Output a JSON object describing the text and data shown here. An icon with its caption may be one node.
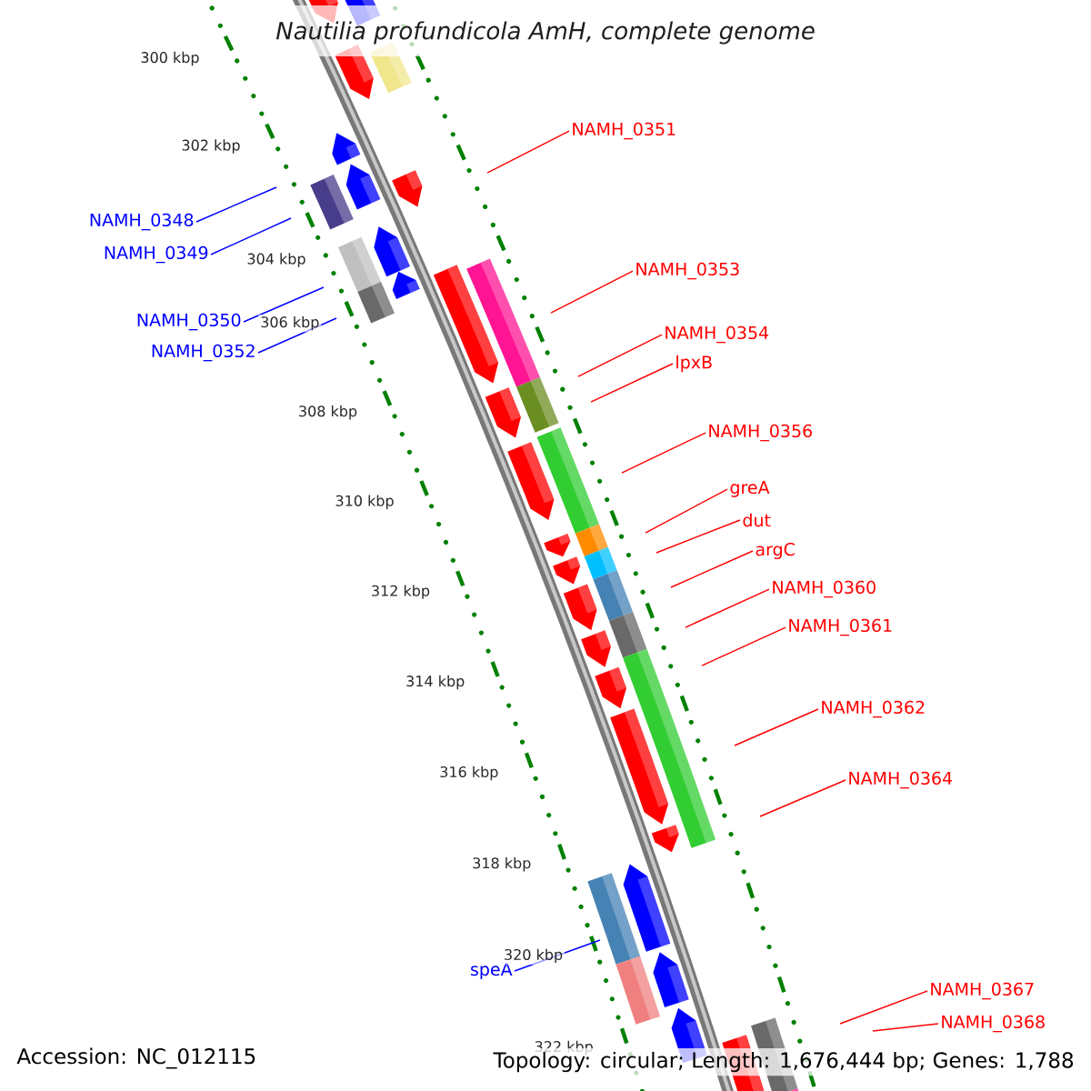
{
  "diagram": {
    "title": "Nautilia profundicola AmH, complete genome",
    "nodes": [
      {
        "text": [
          "NAMH_0351"
        ]
      },
      {
        "text": [
          "NAMH_0348"
        ]
      },
      {
        "text": [
          "NAMH_0349"
        ]
      },
      {
        "text": [
          "NAMH_0353"
        ]
      },
      {
        "text": [
          "NAMH_0350"
        ]
      },
      {
        "text": [
          "NAMH_0354"
        ]
      },
      {
        "text": [
          "NAMH_0352"
        ]
      },
      {
        "text": [
          "lpxB"
        ]
      },
      {
        "text": [
          "NAMH_0356"
        ]
      },
      {
        "text": [
          "greA"
        ]
      },
      {
        "text": [
          "dut"
        ]
      },
      {
        "text": [
          "argC"
        ]
      },
      {
        "text": [
          "NAMH_0360"
        ]
      },
      {
        "text": [
          "NAMH_0361"
        ]
      },
      {
        "text": [
          "NAMH_0362"
        ]
      },
      {
        "text": [
          "NAMH_0364"
        ]
      },
      {
        "text": [
          "speA"
        ]
      },
      {
        "text": [
          "NAMH_0367"
        ]
      },
      {
        "text": [
          "NAMH_0368"
        ]
      }
    ],
    "edges": [
      {
        "from": 0,
        "to": null,
        "arrow": "none"
      },
      {
        "from": 1,
        "to": null,
        "arrow": "none",
        "color": "#0000ff"
      },
      {
        "from": 2,
        "to": null,
        "arrow": "none",
        "color": "#0000ff"
      },
      {
        "from": 3,
        "to": null,
        "arrow": "none"
      },
      {
        "from": 4,
        "to": null,
        "arrow": "none",
        "color": "#0000ff"
      },
      {
        "from": 5,
        "to": null,
        "arrow": "none"
      },
      {
        "from": 6,
        "to": null,
        "arrow": "none",
        "color": "#0000ff"
      },
      {
        "from": 7,
        "to": null,
        "arrow": "none"
      },
      {
        "from": 8,
        "to": null,
        "arrow": "none"
      },
      {
        "from": 9,
        "to": null,
        "arrow": "none"
      },
      {
        "from": 10,
        "to": null,
        "arrow": "none"
      },
      {
        "from": 11,
        "to": null,
        "arrow": "none"
      },
      {
        "from": 12,
        "to": null,
        "arrow": "none"
      },
      {
        "from": 13,
        "to": null,
        "arrow": "none"
      },
      {
        "from": 14,
        "to": null,
        "arrow": "none"
      },
      {
        "from": 15,
        "to": null,
        "arrow": "none"
      },
      {
        "from": 16,
        "to": null,
        "arrow": "none",
        "color": "#0000ff"
      },
      {
        "from": 17,
        "to": null,
        "arrow": "none"
      },
      {
        "from": 18,
        "to": null,
        "arrow": "none"
      }
    ],
    "labels": [
      "300 kbp",
      "302 kbp",
      "304 kbp",
      "306 kbp",
      "308 kbp",
      "310 kbp",
      "312 kbp",
      "314 kbp",
      "316 kbp",
      "318 kbp",
      "320 kbp",
      "322 kbp",
      "Accession: NC_012115",
      "Topology: circular; Length: 1,676,444 bp; Genes: 1,788"
    ]
  }
}
